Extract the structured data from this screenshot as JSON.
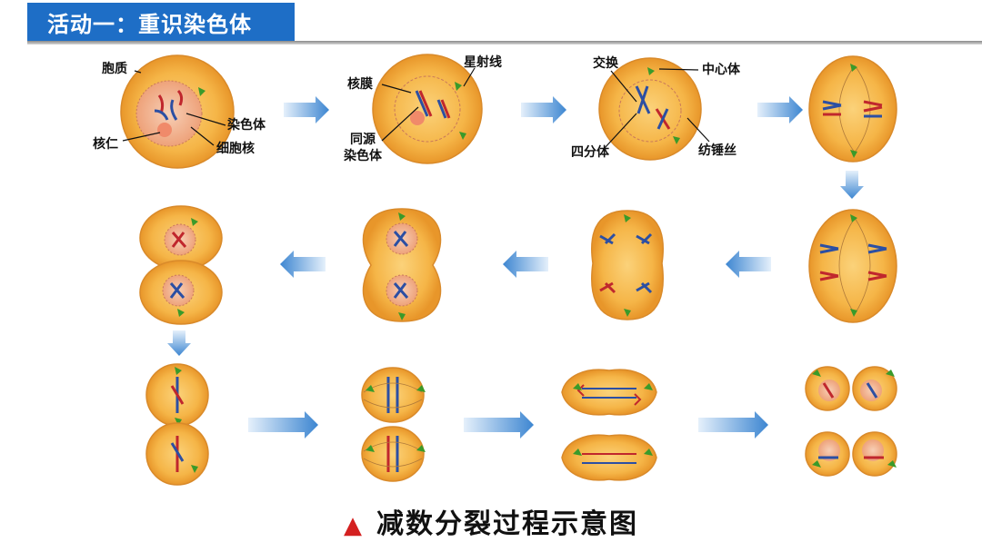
{
  "header": {
    "title": "活动一：重识染色体"
  },
  "labels": {
    "cytoplasm": "胞质",
    "chromosome": "染色体",
    "nucleolus": "核仁",
    "nucleus": "细胞核",
    "nuclear_membrane": "核膜",
    "aster": "星射线",
    "homologous_line1": "同源",
    "homologous_line2": "染色体",
    "crossover": "交换",
    "centrosome": "中心体",
    "tetrad": "四分体",
    "spindle": "纺锤丝"
  },
  "caption": {
    "marker": "▲",
    "text": "减数分裂过程示意图"
  },
  "colors": {
    "title_bg": "#1e6ec6",
    "cell_outer": "#f2a93b",
    "cell_inner": "#f7c25c",
    "nucleus": "#f3b892",
    "chromosome_red": "#c0272d",
    "chromosome_blue": "#2c4fa3",
    "centrosome": "#3a9a2a",
    "arrow": "#4a8fd4"
  }
}
